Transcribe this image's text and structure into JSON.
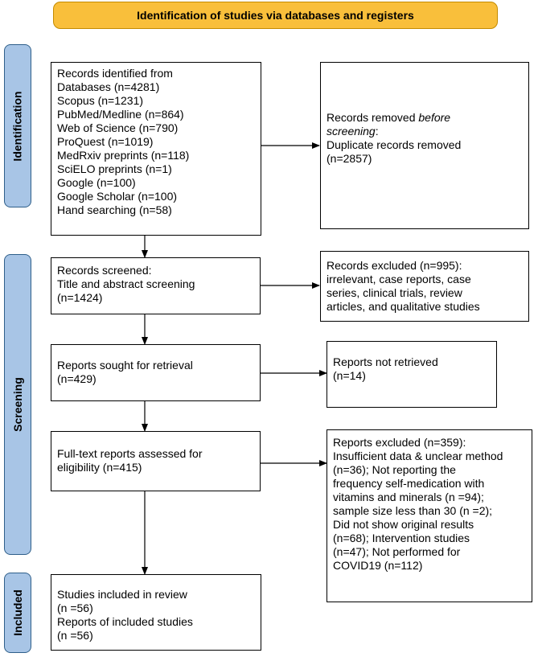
{
  "header": {
    "title": "Identification of studies via databases and registers"
  },
  "phases": {
    "identification": "Identification",
    "screening": "Screening",
    "included": "Included"
  },
  "records_identified": {
    "lines": [
      "Records identified from",
      "Databases (n=4281)",
      "Scopus (n=1231)",
      "PubMed/Medline (n=864)",
      "Web of Science (n=790)",
      "ProQuest (n=1019)",
      "MedRxiv preprints (n=118)",
      "SciELO preprints (n=1)",
      "Google (n=100)",
      "Google Scholar (n=100)",
      "Hand searching (n=58)"
    ]
  },
  "records_removed": {
    "line1_pre": "Records removed ",
    "line1_em": "before",
    "line2_em": "screening",
    "line2_post": ":",
    "line3": "Duplicate records removed",
    "line4": "(n=2857)"
  },
  "records_screened": {
    "lines": [
      "Records screened:",
      "Title and abstract screening",
      "(n=1424)"
    ]
  },
  "records_excluded": {
    "lines": [
      "Records excluded (n=995):",
      "irrelevant, case reports, case",
      "series, clinical trials, review",
      "articles, and qualitative studies"
    ]
  },
  "reports_sought": {
    "lines": [
      "Reports sought for retrieval",
      "(n=429)"
    ]
  },
  "reports_not_retrieved": {
    "lines": [
      "Reports not retrieved",
      "(n=14)"
    ]
  },
  "reports_assessed": {
    "lines": [
      "Full-text reports assessed for",
      "eligibility (n=415)"
    ]
  },
  "reports_excluded": {
    "lines": [
      "Reports excluded (n=359):",
      "Insufficient data & unclear method",
      "(n=36); Not reporting the",
      "frequency self-medication with",
      "vitamins and minerals (n =94);",
      "sample size less than 30 (n =2);",
      "Did not show original results",
      "(n=68); Intervention studies",
      "(n=47); Not performed for",
      "COVID19 (n=112)"
    ]
  },
  "studies_included": {
    "lines": [
      "Studies included in review",
      "(n =56)",
      "Reports of included studies",
      "(n =56)"
    ]
  }
}
